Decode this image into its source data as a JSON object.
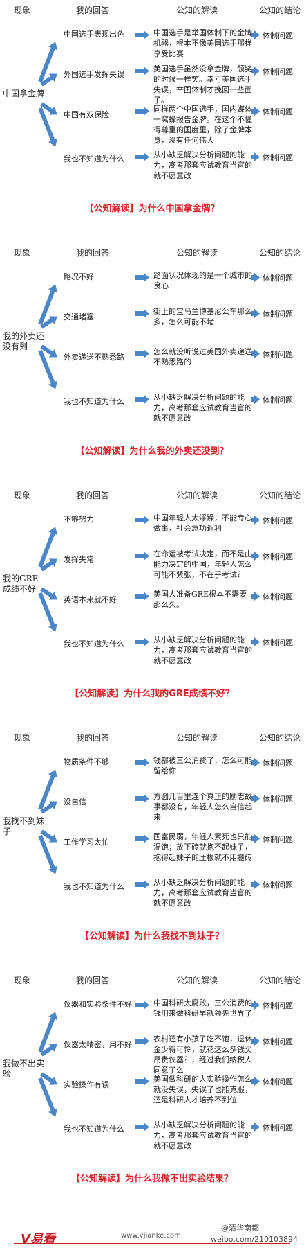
{
  "headers": [
    "现象",
    "我的回答",
    "公知的解读",
    "公知的结论"
  ],
  "panels": [
    {
      "phenomenon": "中国拿金牌",
      "rows": [
        {
          "answer": "中国选手表现出色",
          "explanation": "中国选手是举国体制下的金牌机器，根本不像美国选手那样享受比赛",
          "conclusion": "体制问题"
        },
        {
          "answer": "外国选手发挥失误",
          "explanation": "美国选手虽然没拿金牌，领奖的时候一样笑。幸亏美国选手失误，举国体制才挽回一些面子。",
          "conclusion": "体制问题"
        },
        {
          "answer": "中国有双保险",
          "explanation": "同样两个中国选手，国内媒体一窝蜂报告金牌。在这个不懂得尊重的国度里，除了金牌本身，没有任何伟大",
          "conclusion": "体制问题"
        },
        {
          "answer": "我也不知道为什么",
          "explanation": "从小缺乏解决分析问题的能力，高考那套应试教育当官的就不愿意改",
          "conclusion": "体制问题"
        }
      ],
      "title": "【公知解读】为什么中国拿金牌？"
    },
    {
      "phenomenon": "我的外卖还没有到",
      "rows": [
        {
          "answer": "路况不好",
          "explanation": "路面状况体现的是一个城市的良心",
          "conclusion": "体制问题"
        },
        {
          "answer": "交通堵塞",
          "explanation": "街上的宝马兰博基尼公车那么多，怎么可能不堵",
          "conclusion": "体制问题"
        },
        {
          "answer": "外卖递送不熟悉路",
          "explanation": "怎么就没听说过美国外卖递送不熟悉路的",
          "conclusion": "体制问题"
        },
        {
          "answer": "我也不知道为什么",
          "explanation": "从小缺乏解决分析问题的能力，高考那套应试教育当官的就不愿意改",
          "conclusion": "体制问题"
        }
      ],
      "title": "【公知解读】为什么我的外卖还没到？"
    },
    {
      "phenomenon": "我的GRE成绩不好",
      "rows": [
        {
          "answer": "不够努力",
          "explanation": "中国年轻人太浮躁，不能专心做事，社会急功近利",
          "conclusion": "体制问题"
        },
        {
          "answer": "发挥失常",
          "explanation": "在命运被考试决定，而不是由能力决定的中国，年轻人怎么可能不紧张，不在乎考试？",
          "conclusion": "体制问题"
        },
        {
          "answer": "英语本来就不好",
          "explanation": "美国人准备GRE根本不需要那么久。",
          "conclusion": "体制问题"
        },
        {
          "answer": "我也不知道为什么",
          "explanation": "从小缺乏解决分析问题的能力，高考那套应试教育当官的就不愿意改",
          "conclusion": "体制问题"
        }
      ],
      "title": "【公知解读】为什么我的GRE成绩不好？"
    },
    {
      "phenomenon": "我找不到妹子",
      "rows": [
        {
          "answer": "物质条件不够",
          "explanation": "钱都被三公消费了，怎么可能留给你",
          "conclusion": "体制问题"
        },
        {
          "answer": "没自信",
          "explanation": "方圆几百里连个真正的励志故事都没有，年轻人怎么自信起来",
          "conclusion": "体制问题"
        },
        {
          "answer": "工作学习太忙",
          "explanation": "国富民弱，年轻人累死也只能温饱；放下砖就抱不起妹子，抱得起妹子的压根就不用搬砖",
          "conclusion": "体制问题"
        },
        {
          "answer": "我也不知道为什么",
          "explanation": "从小缺乏解决分析问题的能力，高考那套应试教育当官的就不愿意改",
          "conclusion": "体制问题"
        }
      ],
      "title": "【公知解读】为什么我找不到妹子？"
    },
    {
      "phenomenon": "我做不出实验",
      "rows": [
        {
          "answer": "仪器和实验条件不好",
          "explanation": "中国科研太腐败，三公消费的钱用来做科研早就领先世界了",
          "conclusion": "体制问题"
        },
        {
          "answer": "仪器太精密，用不好",
          "explanation": "农村还有小孩子吃不饱，退休金少得可怜，就花这么多钱买昂贵仪器？，经过我们纳税人同意了么",
          "conclusion": "体制问题"
        },
        {
          "answer": "实验操作有误",
          "explanation": "美国做科研的人实验操作怎么就没失误，失误了也能克服，还是科研人才培养不到位",
          "conclusion": "体制问题"
        },
        {
          "answer": "我也不知道为什么",
          "explanation": "从小缺乏解决分析问题的能力，高考那套应试教育当官的就不愿意改",
          "conclusion": "体制问题"
        }
      ],
      "title": "【公知解读】为什么我做不出实验结果？"
    }
  ],
  "footer": {
    "logo": "V易看",
    "site": "www.vjianke.com",
    "watermark": "@清华南都",
    "weibo": "weibo.com/210103894"
  },
  "colors": {
    "arrow": "#4a86c8",
    "title": "#d8232a"
  }
}
